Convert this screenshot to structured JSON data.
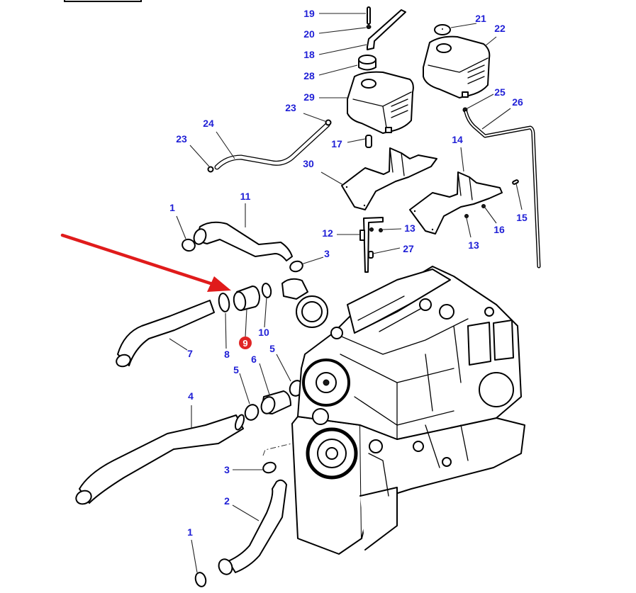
{
  "diagram": {
    "title": "Engine cooling hoses and expansion tank – exploded parts view",
    "highlighted_part": "9",
    "colors": {
      "callout_text": "#1f1fd6",
      "highlight_badge": "#e02424",
      "arrow": "#e01b1b",
      "line_art": "#000000",
      "background": "#ffffff"
    },
    "callouts": [
      {
        "id": "c19",
        "label": "19",
        "part": "bolt"
      },
      {
        "id": "c20",
        "label": "20",
        "part": "washer"
      },
      {
        "id": "c18",
        "label": "18",
        "part": "tank strap"
      },
      {
        "id": "c28",
        "label": "28",
        "part": "filler cap"
      },
      {
        "id": "c29",
        "label": "29",
        "part": "expansion tank"
      },
      {
        "id": "c23a",
        "label": "23",
        "part": "hose clip"
      },
      {
        "id": "c23b",
        "label": "23",
        "part": "hose clip"
      },
      {
        "id": "c24",
        "label": "24",
        "part": "vent hose"
      },
      {
        "id": "c17",
        "label": "17",
        "part": "spacer"
      },
      {
        "id": "c21",
        "label": "21",
        "part": "pressure cap"
      },
      {
        "id": "c22",
        "label": "22",
        "part": "expansion tank"
      },
      {
        "id": "c25",
        "label": "25",
        "part": "clip"
      },
      {
        "id": "c26",
        "label": "26",
        "part": "bleed pipe"
      },
      {
        "id": "c14",
        "label": "14",
        "part": "mounting bracket"
      },
      {
        "id": "c30",
        "label": "30",
        "part": "mounting bracket"
      },
      {
        "id": "c15",
        "label": "15",
        "part": "plug"
      },
      {
        "id": "c16",
        "label": "16",
        "part": "nut"
      },
      {
        "id": "c13a",
        "label": "13",
        "part": "nut"
      },
      {
        "id": "c13b",
        "label": "13",
        "part": "nut"
      },
      {
        "id": "c12",
        "label": "12",
        "part": "support bracket"
      },
      {
        "id": "c27",
        "label": "27",
        "part": "bolt"
      },
      {
        "id": "c1a",
        "label": "1",
        "part": "hose clamp"
      },
      {
        "id": "c11",
        "label": "11",
        "part": "upper hose"
      },
      {
        "id": "c3a",
        "label": "3",
        "part": "hose clamp"
      },
      {
        "id": "c7",
        "label": "7",
        "part": "intake hose"
      },
      {
        "id": "c8",
        "label": "8",
        "part": "hose clamp"
      },
      {
        "id": "c9",
        "label": "9",
        "part": "hose connector (highlighted)"
      },
      {
        "id": "c10",
        "label": "10",
        "part": "hose clamp"
      },
      {
        "id": "c5a",
        "label": "5",
        "part": "hose clamp"
      },
      {
        "id": "c6",
        "label": "6",
        "part": "hose connector"
      },
      {
        "id": "c5b",
        "label": "5",
        "part": "hose clamp"
      },
      {
        "id": "c4",
        "label": "4",
        "part": "intercooler hose"
      },
      {
        "id": "c3b",
        "label": "3",
        "part": "hose clamp"
      },
      {
        "id": "c2",
        "label": "2",
        "part": "lower hose"
      },
      {
        "id": "c1b",
        "label": "1",
        "part": "hose clamp"
      }
    ]
  }
}
